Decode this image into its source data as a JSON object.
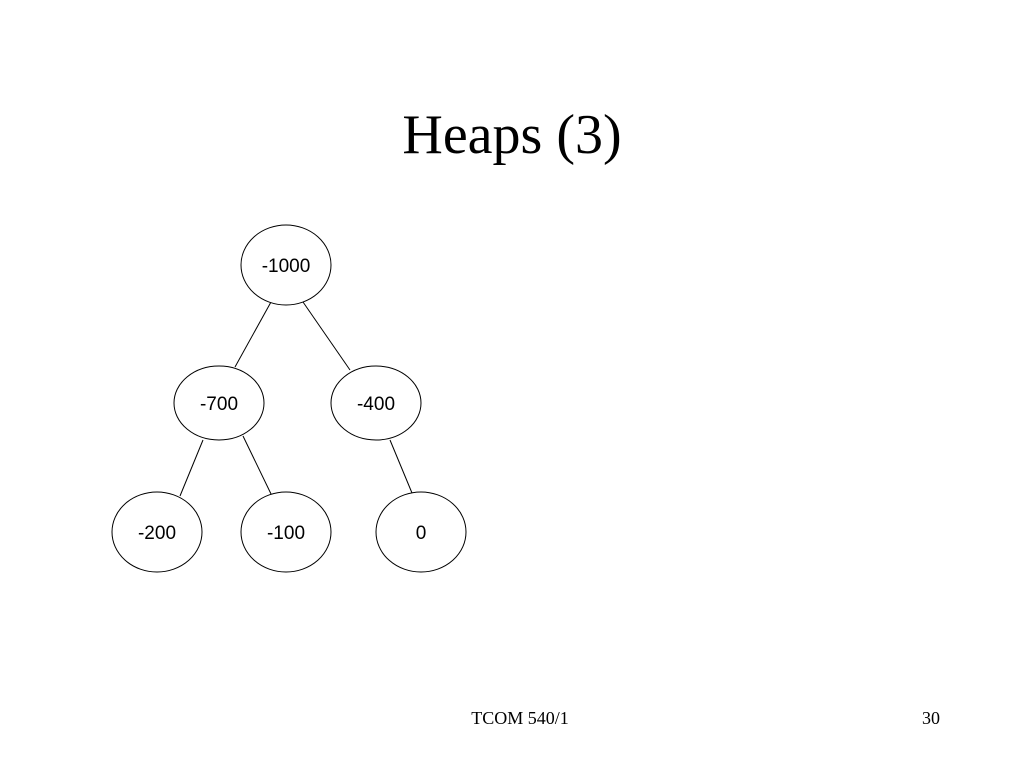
{
  "slide": {
    "title": "Heaps (3)",
    "footer": {
      "course": "TCOM 540/1",
      "page_number": "30"
    }
  },
  "tree": {
    "nodes": [
      {
        "id": "n1",
        "label": "-1000"
      },
      {
        "id": "n2",
        "label": "-700"
      },
      {
        "id": "n3",
        "label": "-400"
      },
      {
        "id": "n4",
        "label": "-200"
      },
      {
        "id": "n5",
        "label": "-100"
      },
      {
        "id": "n6",
        "label": "0"
      }
    ],
    "edges": [
      {
        "from": "n1",
        "to": "n2"
      },
      {
        "from": "n1",
        "to": "n3"
      },
      {
        "from": "n2",
        "to": "n4"
      },
      {
        "from": "n2",
        "to": "n5"
      },
      {
        "from": "n3",
        "to": "n6"
      }
    ]
  }
}
